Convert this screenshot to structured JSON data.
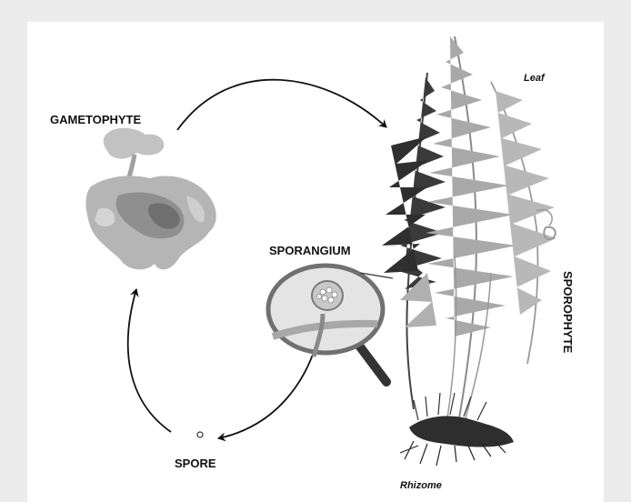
{
  "labels": {
    "gametophyte": "GAMETOPHYTE",
    "leaf": "Leaf",
    "sporangium": "SPORANGIUM",
    "sporophyte": "SPOROPHYTE",
    "spore": "SPORE",
    "rhizome": "Rhizome"
  },
  "colors": {
    "background": "#ececec",
    "panel": "#ffffff",
    "frond_dark": "#3a3a3a",
    "frond_light": "#a9a9a9",
    "gametophyte": "#b8b8b8",
    "lens_rim": "#707070"
  }
}
